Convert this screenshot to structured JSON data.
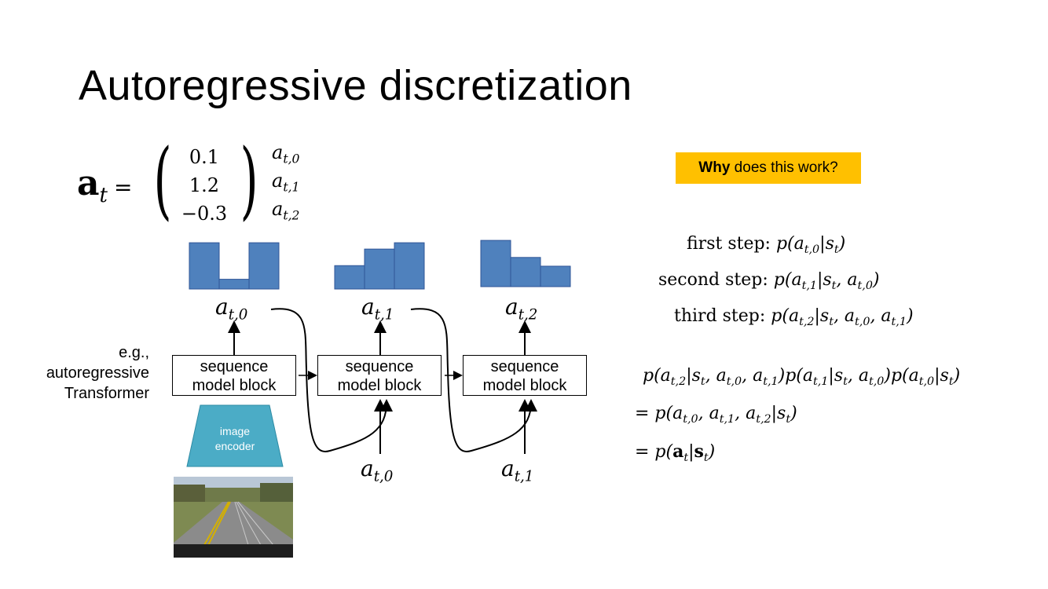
{
  "title": "Autoregressive discretization",
  "vector": {
    "lhs": "a",
    "lhs_sub": "t",
    "equals": "=",
    "values": [
      "0.1",
      "1.2",
      "−0.3"
    ],
    "names": [
      {
        "base": "a",
        "sub": "t,0"
      },
      {
        "base": "a",
        "sub": "t,1"
      },
      {
        "base": "a",
        "sub": "t,2"
      }
    ]
  },
  "why": {
    "bold": "Why",
    "rest": " does this work?"
  },
  "steps": [
    {
      "label": "first step:",
      "expr": "p(a",
      "sub": "t,0",
      "rest": "|s",
      "ssub": "t",
      "tail": ")"
    },
    {
      "label": "second step:",
      "expr": "p(a",
      "sub": "t,1",
      "rest": "|s",
      "ssub": "t",
      "tail": ", a",
      "tsub": "t,0",
      "end": ")"
    },
    {
      "label": "third step:",
      "expr": "p(a",
      "sub": "t,2",
      "rest": "|s",
      "ssub": "t",
      "tail": ", a",
      "tsub": "t,0",
      "mid": ", a",
      "msub": "t,1",
      "end": ")"
    }
  ],
  "product": {
    "line1": [
      "p(a",
      "t,2",
      "|s",
      "t",
      ", a",
      "t,0",
      ", a",
      "t,1",
      ")p(a",
      "t,1",
      "|s",
      "t",
      ", a",
      "t,0",
      ")p(a",
      "t,0",
      "|s",
      "t",
      ")"
    ],
    "line2": [
      "= p(a",
      "t,0",
      ", a",
      "t,1",
      ", a",
      "t,2",
      "|s",
      "t",
      ")"
    ],
    "line3": [
      "= p(",
      "a",
      "t",
      "|",
      "s",
      "t",
      ")"
    ]
  },
  "blocks": {
    "label_line1": "sequence",
    "label_line2": "model block"
  },
  "side_label": [
    "e.g.,",
    "autoregressive",
    "Transformer"
  ],
  "encoder": [
    "image",
    "encoder"
  ],
  "outputs": [
    {
      "base": "a",
      "sub": "t,0"
    },
    {
      "base": "a",
      "sub": "t,1"
    },
    {
      "base": "a",
      "sub": "t,2"
    }
  ],
  "inputs": [
    {
      "base": "a",
      "sub": "t,0"
    },
    {
      "base": "a",
      "sub": "t,1"
    }
  ],
  "histograms": [
    [
      0.95,
      0.2,
      0.95
    ],
    [
      0.48,
      0.82,
      0.95
    ],
    [
      0.95,
      0.6,
      0.42
    ]
  ],
  "colors": {
    "bar": "#4f81bd",
    "bar_border": "#2f5597",
    "encoder": "#4bacc6",
    "highlight": "#ffc000"
  },
  "icons": [
    "image-encoder-trapezoid",
    "road-photo"
  ]
}
